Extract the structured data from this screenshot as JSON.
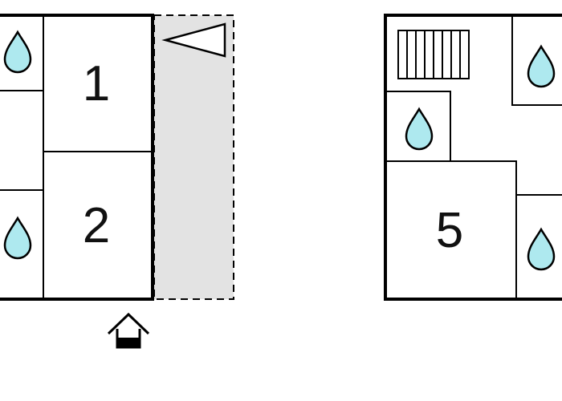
{
  "floorplan": {
    "rooms": [
      {
        "id": "room-1",
        "label": "1"
      },
      {
        "id": "room-2",
        "label": "2"
      },
      {
        "id": "room-5",
        "label": "5"
      }
    ],
    "icons": {
      "water": "water-drop-icon",
      "stairs": "stairs-icon",
      "entrance": "entrance-house-icon",
      "direction": "triangle-marker-icon"
    },
    "colors": {
      "water_fill": "#aee9ef",
      "terrace_fill": "#e3e3e3",
      "wall": "#000000",
      "background": "#ffffff"
    }
  }
}
